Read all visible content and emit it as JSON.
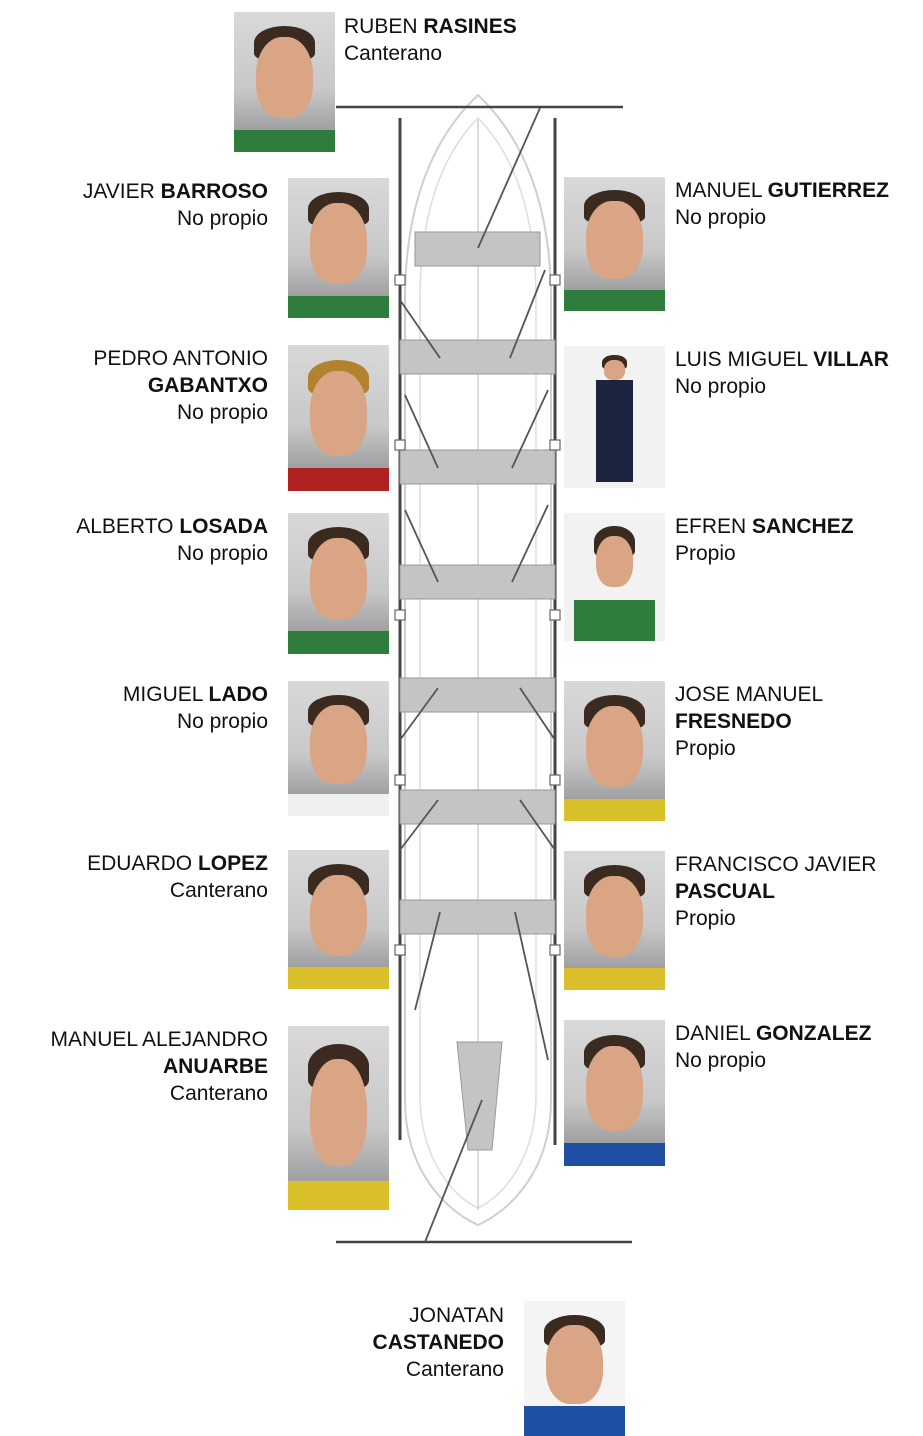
{
  "colors": {
    "boat_line": "#444444",
    "boat_thin": "#cfcfcf",
    "seat_fill": "#bdbdbd",
    "shirt_green": "#2f7d3c",
    "shirt_blue": "#1f4fa3",
    "shirt_yellow": "#d9c02a"
  },
  "coxswain_top": {
    "first": "RUBEN",
    "last": "RASINES",
    "status": "Canterano",
    "icon": "rower-photo"
  },
  "left_rowers": [
    {
      "first": "JAVIER",
      "last": "BARROSO",
      "status": "No propio",
      "icon": "rower-photo"
    },
    {
      "first": "PEDRO ANTONIO",
      "last": "GABANTXO",
      "status": "No propio",
      "icon": "rower-photo"
    },
    {
      "first": "ALBERTO",
      "last": "LOSADA",
      "status": "No propio",
      "icon": "rower-photo"
    },
    {
      "first": "MIGUEL",
      "last": "LADO",
      "status": "No propio",
      "icon": "rower-photo"
    },
    {
      "first": "EDUARDO",
      "last": "LOPEZ",
      "status": "Canterano",
      "icon": "rower-photo"
    },
    {
      "first": "MANUEL ALEJANDRO",
      "last": "ANUARBE",
      "status": "Canterano",
      "icon": "rower-photo"
    }
  ],
  "right_rowers": [
    {
      "first": "MANUEL",
      "last": "GUTIERREZ",
      "status": "No propio",
      "icon": "rower-photo"
    },
    {
      "first": "LUIS MIGUEL",
      "last": "VILLAR",
      "status": "No propio",
      "icon": "rower-photo"
    },
    {
      "first": "EFREN",
      "last": "SANCHEZ",
      "status": "Propio",
      "icon": "rower-photo"
    },
    {
      "first": "JOSE MANUEL",
      "last": "FRESNEDO",
      "status": "Propio",
      "icon": "rower-photo"
    },
    {
      "first": "FRANCISCO JAVIER",
      "last": "PASCUAL",
      "status": "Propio",
      "icon": "rower-photo"
    },
    {
      "first": "DANIEL",
      "last": "GONZALEZ",
      "status": "No propio",
      "icon": "rower-photo"
    }
  ],
  "coxswain_bottom": {
    "first": "JONATAN",
    "last": "CASTANEDO",
    "status": "Canterano",
    "icon": "rower-photo"
  }
}
